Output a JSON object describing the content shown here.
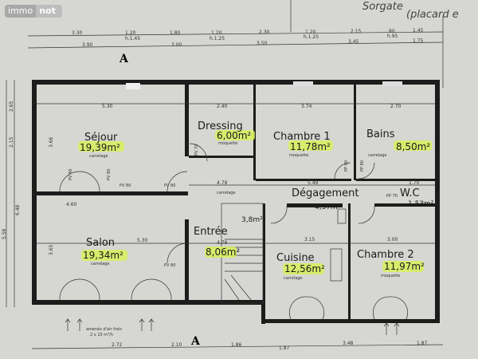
{
  "logo": {
    "part1": "immo",
    "part2": "not"
  },
  "handwritten_note": {
    "line1": "Sorgate",
    "line2": "(placard e"
  },
  "section_marker": "A",
  "top_dims": {
    "row1": [
      "3.30",
      "1.20",
      "1.80",
      "1.20",
      "2.30",
      "1.20",
      "2.15",
      "80",
      "1.45"
    ],
    "row1_sub": [
      "h.1.45",
      "h.1.25",
      "h.1.25",
      "h.95"
    ],
    "row2": [
      "3.90",
      "3.00",
      "3.50",
      "3.45",
      "1.75"
    ]
  },
  "bottom_dims": [
    "2.72",
    "2.10",
    "1.86",
    "1.87",
    "3.48",
    "1.87"
  ],
  "left_dims": [
    "2.65",
    "2.15",
    "6.48",
    "5.58",
    "3.66",
    "3.65"
  ],
  "note": {
    "line1": "amenés d'air frais",
    "line2": "2 x 15 m³/h"
  },
  "rooms": [
    {
      "name": "Séjour",
      "area": "19,39m²",
      "floor": "carrelage"
    },
    {
      "name": "Dressing",
      "area": "6,00m²",
      "floor": "moquette"
    },
    {
      "name": "Chambre 1",
      "area": "11,78m²",
      "floor": "moquette"
    },
    {
      "name": "Bains",
      "area": "8,50m²",
      "floor": "carrelage"
    },
    {
      "name": "Dégagement",
      "area": "4,37m²",
      "floor": "carrelage"
    },
    {
      "name": "W.C",
      "area": "1,53m²",
      "floor": ""
    },
    {
      "name": "Salon",
      "area": "19,34m²",
      "floor": "carrelage"
    },
    {
      "name": "Entrée",
      "area": "8,06m²",
      "floor": ""
    },
    {
      "name": "Cuisine",
      "area": "12,56m²",
      "floor": "carrelage"
    },
    {
      "name": "Chambre 2",
      "area": "11,97m²",
      "floor": "moquette"
    }
  ],
  "stair_area": "3,8m²",
  "inner_dims": [
    "5.30",
    "2.40",
    "3.74",
    "2.70",
    "4.79",
    "5.49",
    "1.70",
    "5.30",
    "4.79",
    "3.15",
    "3.00",
    "4.60"
  ],
  "door_labels": [
    "PV 80",
    "PV 80",
    "PV 80",
    "PV 80",
    "PV 70",
    "PP 80",
    "PP 80",
    "PP 70",
    "PV 80"
  ]
}
